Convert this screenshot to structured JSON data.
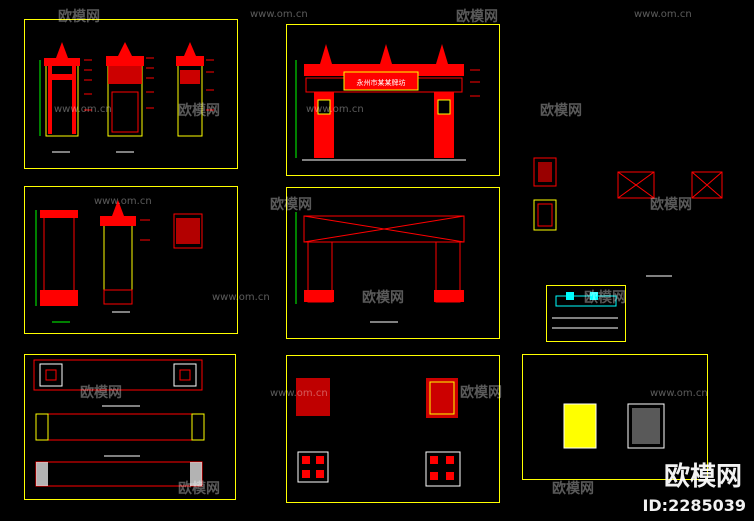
{
  "drawing": {
    "sign_text": "永州市某某牌坊",
    "colors": {
      "background": "#000000",
      "frame": "#ffff00",
      "red": "#ff0000",
      "green": "#00ff00",
      "white": "#ffffff",
      "yellow": "#ffff00"
    }
  },
  "watermark": {
    "url": "www.om.cn",
    "logo": "欧模网",
    "brand": "欧模网",
    "id": "ID:2285039"
  }
}
